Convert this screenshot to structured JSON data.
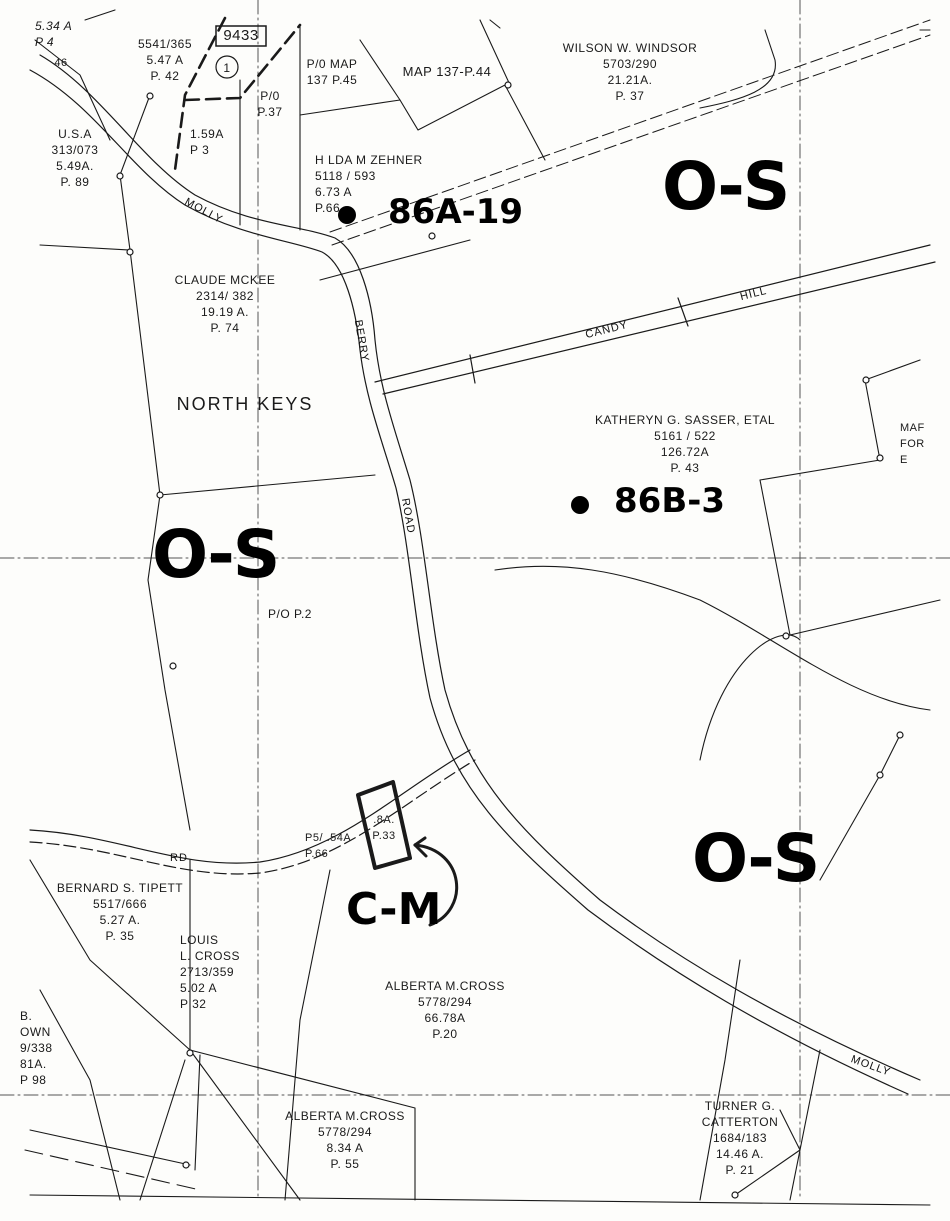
{
  "map_number": "9433",
  "grid_cell": "1",
  "parcels": {
    "windsor": [
      "WILSON W. WINDSOR",
      "5703/290",
      "21.21A.",
      "P. 37"
    ],
    "zehner": [
      "H LDA M ZEHNER",
      "5118 / 593",
      "6.73 A",
      "P.66"
    ],
    "mckee": [
      "CLAUDE MCKEE",
      "2314/ 382",
      "19.19 A.",
      "P. 74"
    ],
    "sasser": [
      "KATHERYN G. SASSER, ETAL",
      "5161 / 522",
      "126.72A",
      "P. 43"
    ],
    "usa": [
      "U.S.A",
      "313/073",
      "5.49A.",
      "P. 89"
    ],
    "top_left": [
      "5541/365",
      "5.47 A",
      "P. 42"
    ],
    "tipett": [
      "BERNARD S. TIPETT",
      "5517/666",
      "5.27 A.",
      "P. 35"
    ],
    "louis_cross": [
      "LOUIS",
      "L. CROSS",
      "2713/359",
      "5.02 A",
      "P 32"
    ],
    "alberta_cross_1": [
      "ALBERTA M.CROSS",
      "5778/294",
      "66.78A",
      "P.20"
    ],
    "alberta_cross_2": [
      "ALBERTA M.CROSS",
      "5778/294",
      "8.34 A",
      "P. 55"
    ],
    "catterton": [
      "TURNER G.",
      "CATTERTON",
      "1684/183",
      "14.46 A.",
      "P. 21"
    ],
    "brown": [
      "B.",
      "OWN",
      "9/338",
      "81A.",
      "P 98"
    ],
    "cm_parcel": [
      ".8A.",
      "P.33"
    ],
    "p5_parcel": [
      "P5/ .54A",
      "P.66"
    ],
    "p3_parcel": [
      "1.59A",
      "P 3"
    ]
  },
  "map_refs": {
    "p0_map_137": [
      "P/0 MAP",
      "137 P.45"
    ],
    "map_137_44": "MAP 137-P.44",
    "p0_37": [
      "P/0",
      "P.37"
    ],
    "p0_p2": "P/O P.2",
    "edge_ref": [
      "MAF",
      "FOR",
      "E"
    ],
    "top_corner": [
      "5.34 A",
      "P 4"
    ],
    "corner_46": "46"
  },
  "subdivision": "NORTH KEYS",
  "zones": [
    "O-S",
    "O-S",
    "O-S",
    "C-M"
  ],
  "parcel_ids": [
    "86A-19",
    "86B-3"
  ],
  "roads": {
    "molly_top": "MOLLY",
    "berry": "BERRY",
    "road": "ROAD",
    "candy": "CANDY",
    "hill": "HILL",
    "rd": "RD",
    "molly_bottom": "MOLLY"
  },
  "colors": {
    "ink": "#1a1a1a",
    "paper": "#fdfdfb"
  }
}
